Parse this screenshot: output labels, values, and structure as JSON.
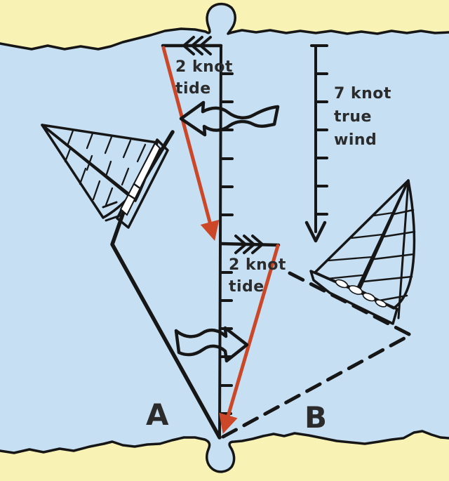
{
  "diagram": {
    "description": "Sailing vector diagram: effect of a 2 knot tide on courses A and B in a 7 knot true wind",
    "labels": {
      "tide_top_line1": "2 knot",
      "tide_top_line2": "tide",
      "tide_mid_line1": "2 knot",
      "tide_mid_line2": "tide",
      "wind_line1": "7 knot",
      "wind_line2": "true",
      "wind_line3": "wind",
      "course_a": "A",
      "course_b": "B"
    },
    "colors": {
      "water": "#c6dff2",
      "land": "#f8f2b4",
      "outline": "#161616",
      "red": "#cc4628",
      "tide_arrow_blue": "#5c9fd8",
      "sail_gray": "#d7d7d7",
      "hull_b_blue": "#45708f",
      "hull_a_red": "#cc4628",
      "text": "#2b2b2b"
    }
  }
}
